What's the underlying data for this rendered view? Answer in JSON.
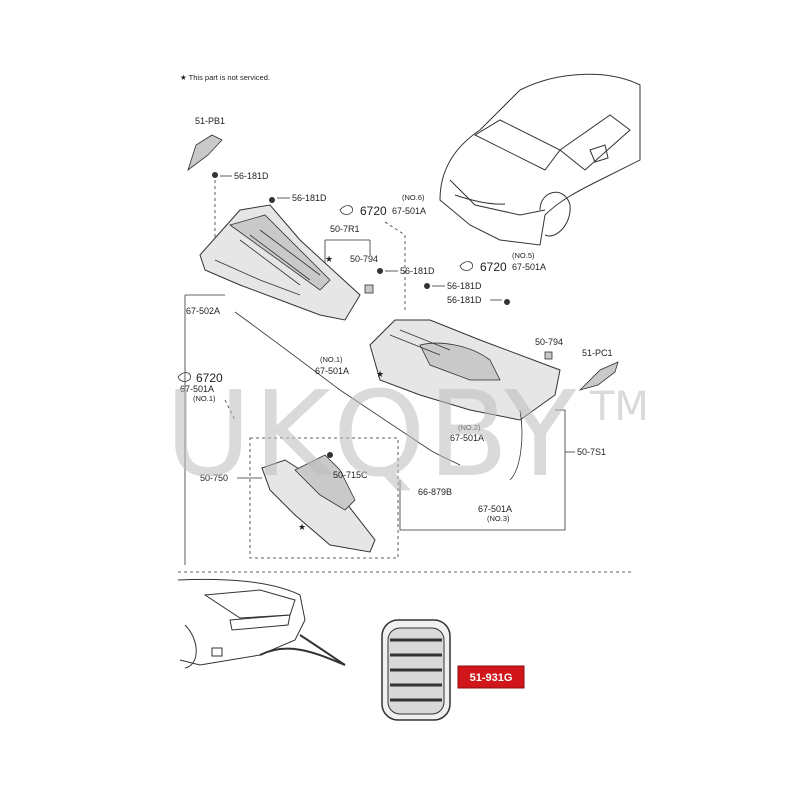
{
  "note": "★ This part is not serviced.",
  "watermark": "UKQBY",
  "watermark_tm": "TM",
  "labels": {
    "l_51pb1": "51-PB1",
    "l_56181d_a": "56-181D",
    "l_56181d_b": "56-181D",
    "l_no6": "(NO.6)",
    "l_6720_a": "6720",
    "l_67501a_a": "67-501A",
    "l_507r1": "50-7R1",
    "l_50794_a": "50-794",
    "l_56181d_c": "56-181D",
    "l_no5": "(NO.5)",
    "l_6720_b": "6720",
    "l_67501a_b": "67-501A",
    "l_56181d_d": "56-181D",
    "l_56181d_e": "56-181D",
    "l_67502a": "67-502A",
    "l_50794_b": "50-794",
    "l_51pc1": "51-PC1",
    "l_no1": "(NO.1)",
    "l_67501a_c": "67-501A",
    "l_6720_c": "6720",
    "l_67501a_d": "67-501A",
    "l_no1b": "(NO.1)",
    "l_no2": "(NO.2)",
    "l_67501a_e": "67-501A",
    "l_507s1": "50-7S1",
    "l_50750": "50-750",
    "l_50715c": "50-715C",
    "l_66879b": "66-879B",
    "l_67501a_f": "67-501A",
    "l_no3": "(NO.3)"
  },
  "highlight_part": "51-931G",
  "colors": {
    "badge": "#d0161b",
    "watermark": "#bdbdbd"
  }
}
